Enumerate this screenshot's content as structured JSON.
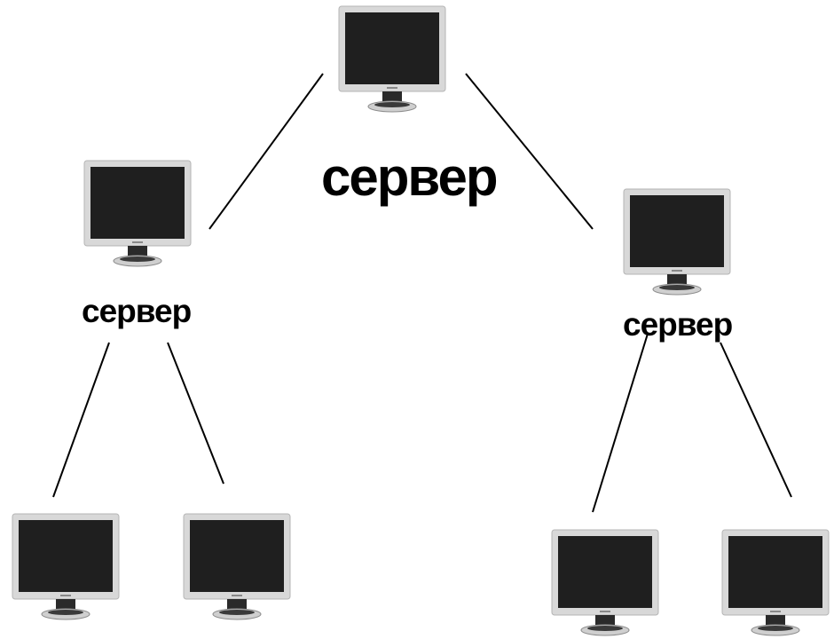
{
  "diagram": {
    "nodes": {
      "root": {
        "label": "сервер"
      },
      "left_server": {
        "label": "сервер"
      },
      "right_server": {
        "label": "сервер"
      },
      "client_1": {},
      "client_2": {},
      "client_3": {},
      "client_4": {}
    },
    "edges": [
      [
        "root",
        "left_server"
      ],
      [
        "root",
        "right_server"
      ],
      [
        "left_server",
        "client_1"
      ],
      [
        "left_server",
        "client_2"
      ],
      [
        "right_server",
        "client_3"
      ],
      [
        "right_server",
        "client_4"
      ]
    ],
    "colors": {
      "line": "#000000",
      "bezel": "#d7d7d7",
      "screen": "#1f1f1f",
      "stand": "#2a2a2a",
      "base": "#cfcfcf"
    },
    "icon": "computer-monitor-icon"
  }
}
